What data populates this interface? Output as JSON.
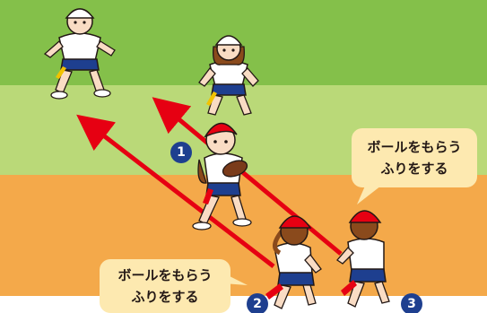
{
  "colors": {
    "field_top": "#84c04a",
    "field_middle": "#bad978",
    "field_bottom": "#f4a94a",
    "arrow": "#e60012",
    "cap": "#e60012",
    "shirt": "#ffffff",
    "shorts": "#1e3f8f",
    "skin": "#f9dcc4",
    "hair": "#8a4a1c",
    "ball": "#7a3b1a",
    "bubble": "#fde9b0",
    "badge": "#1e3f8f"
  },
  "callouts": {
    "fake_right": "ボールをもらう\nふりをする",
    "fake_left": "ボールをもらう\nふりをする"
  },
  "badges": {
    "one": "1",
    "two": "2",
    "three": "3"
  }
}
